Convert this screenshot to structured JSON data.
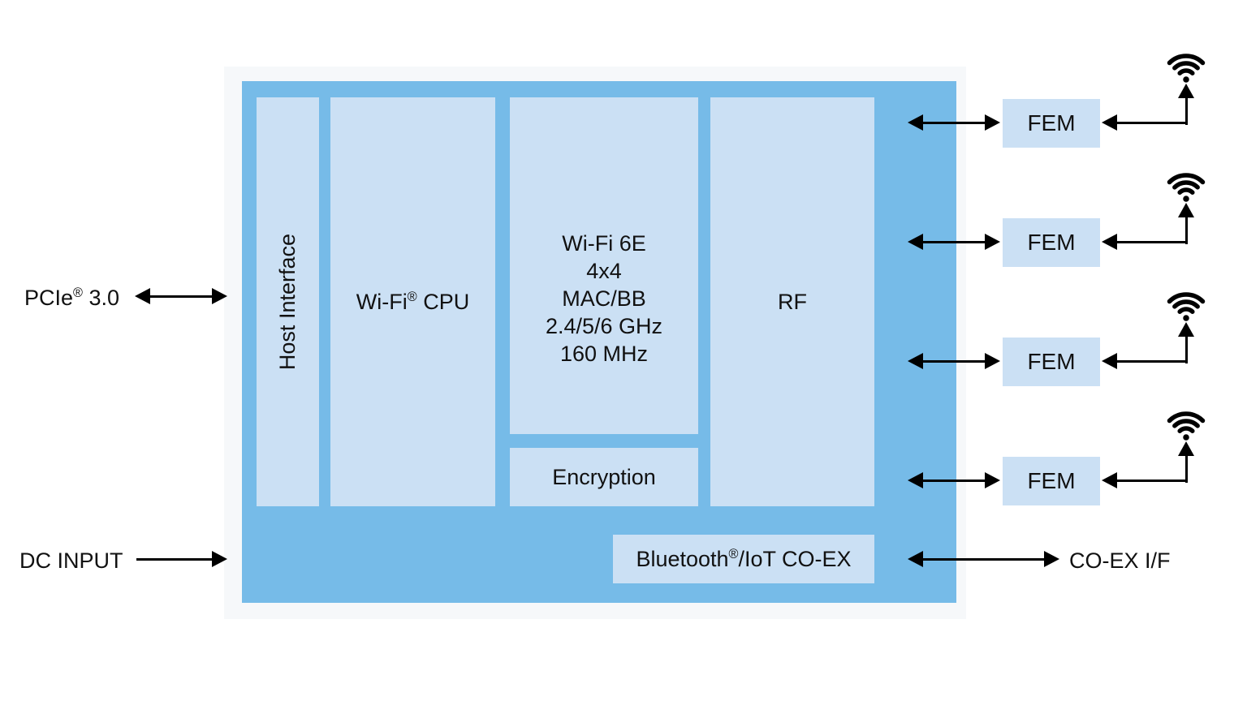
{
  "colors": {
    "chip_block": "#76bbe8",
    "sub_block": "#cbe0f4",
    "backdrop": "#f6f8fa",
    "arrow": "#000000",
    "text": "#111111"
  },
  "external": {
    "pcie": {
      "base": "PCIe",
      "reg": "®",
      "rest": " 3.0"
    },
    "dc_input": "DC INPUT",
    "coex_if": "CO-EX I/F"
  },
  "chip": {
    "host_interface": "Host Interface",
    "wifi_cpu": {
      "base": "Wi-Fi",
      "reg": "®",
      "rest": " CPU"
    },
    "macbb": {
      "lines": [
        "Wi-Fi 6E",
        "4x4",
        "MAC/BB",
        "2.4/5/6 GHz",
        "160 MHz"
      ]
    },
    "encryption": "Encryption",
    "rf": "RF",
    "bluetooth": {
      "base": "Bluetooth",
      "reg": "®",
      "rest": "/IoT CO-EX"
    }
  },
  "fem": {
    "label": "FEM",
    "count": 4
  },
  "icons": {
    "antenna": "wifi-signal-icon"
  }
}
